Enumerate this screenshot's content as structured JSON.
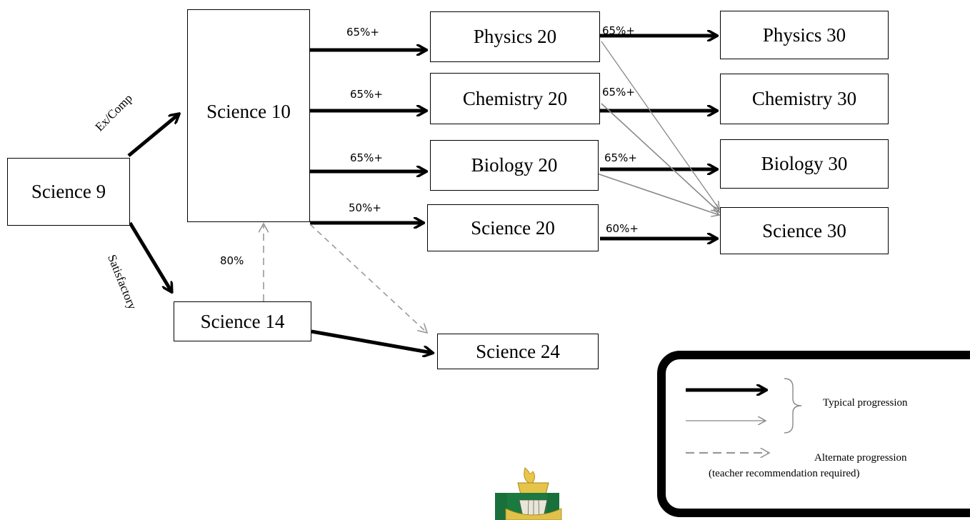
{
  "nodes": {
    "science9": "Science 9",
    "science10": "Science 10",
    "science14": "Science 14",
    "physics20": "Physics 20",
    "chemistry20": "Chemistry 20",
    "biology20": "Biology 20",
    "science20": "Science 20",
    "science24": "Science 24",
    "physics30": "Physics 30",
    "chemistry30": "Chemistry 30",
    "biology30": "Biology 30",
    "science30": "Science 30"
  },
  "edge_labels": {
    "ex_comp": "Ex/Comp",
    "satisfactory": "Satisfactory",
    "s10_p20": "65%+",
    "s10_c20": "65%+",
    "s10_b20": "65%+",
    "s10_s20": "50%+",
    "p20_p30": "65%+",
    "c20_c30": "65%+",
    "b20_b30": "65%+",
    "s20_s30": "60%+",
    "s14_s10": "80%"
  },
  "legend": {
    "typical": "Typical progression",
    "alternate": "Alternate progression",
    "alternate_note": "(teacher recommendation required)"
  },
  "colors": {
    "thick_arrow": "#000000",
    "thin_arrow": "#888888",
    "dashed_arrow": "#999999"
  }
}
